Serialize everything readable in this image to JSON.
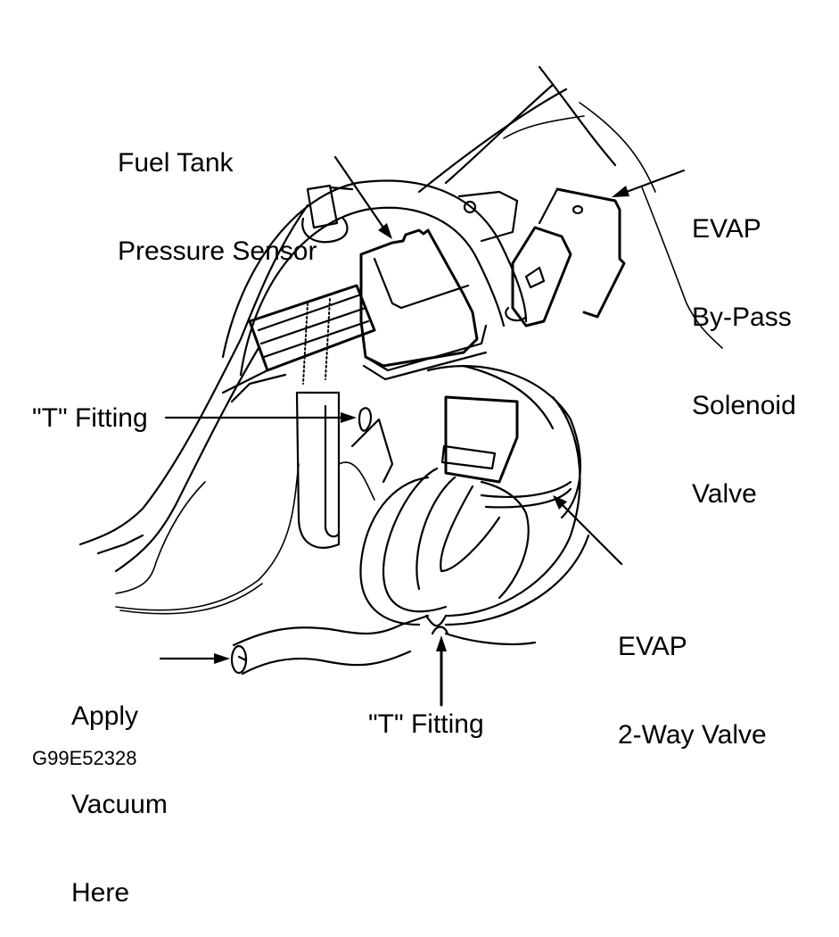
{
  "diagram": {
    "title": "EVAP system vacuum test component locations",
    "figure_code": "G99E52328",
    "labels": {
      "fuel_tank_pressure_sensor": [
        "Fuel Tank",
        "Pressure Sensor"
      ],
      "evap_bypass_solenoid_valve": [
        "EVAP",
        "By-Pass",
        "Solenoid",
        "Valve"
      ],
      "t_fitting_upper": "\"T\" Fitting",
      "evap_2way_valve": [
        "EVAP",
        "2-Way Valve"
      ],
      "apply_vacuum_here": [
        "Apply",
        "Vacuum",
        "Here"
      ],
      "t_fitting_lower": "\"T\" Fitting"
    },
    "colors": {
      "ink": "#000000",
      "background": "#ffffff"
    }
  }
}
